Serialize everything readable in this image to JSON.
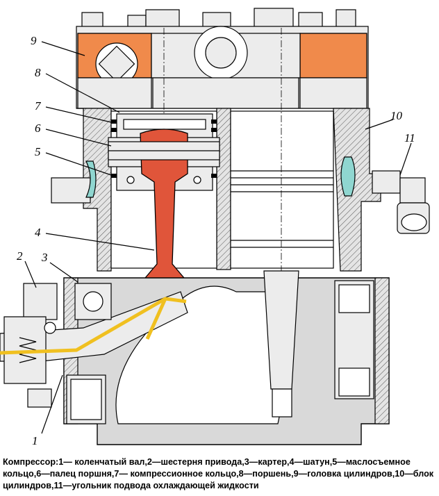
{
  "diagram": {
    "callouts": [
      "9",
      "8",
      "7",
      "6",
      "5",
      "4",
      "3",
      "2",
      "1",
      "10",
      "11"
    ],
    "colors": {
      "cylinder_head": "#f08a4b",
      "piston_and_rod": "#e0553a",
      "oil_channel": "#f0c020",
      "coolant_fitting": "#8fd6d0",
      "casing": "#d9d9d9"
    }
  },
  "caption": {
    "text": "Компрессор:1— коленчатый вал,2—шестерня привода,3—картер,4—шатун,5—маслосъемное кольцо,6—палец поршня,7— компрессионное кольцо,8—поршень,9—головка цилиндров,10—блок цилиндров,11—угольник подвода охлаждающей жидкости"
  }
}
